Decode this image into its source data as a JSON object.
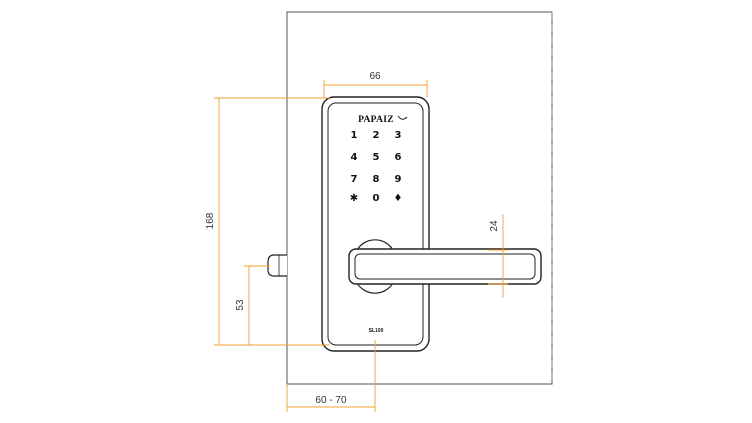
{
  "brand": "PAPAIZ",
  "model": "SL100",
  "keypad": [
    "1",
    "2",
    "3",
    "4",
    "5",
    "6",
    "7",
    "8",
    "9",
    "✱",
    "0",
    "♦"
  ],
  "dimensions": {
    "width": "66",
    "height": "168",
    "backset": "53",
    "handle": "24",
    "door": "60 - 70"
  },
  "colors": {
    "dimension_line": "#f0a030",
    "outline": "#222222",
    "door": "#555555",
    "background": "#ffffff"
  }
}
